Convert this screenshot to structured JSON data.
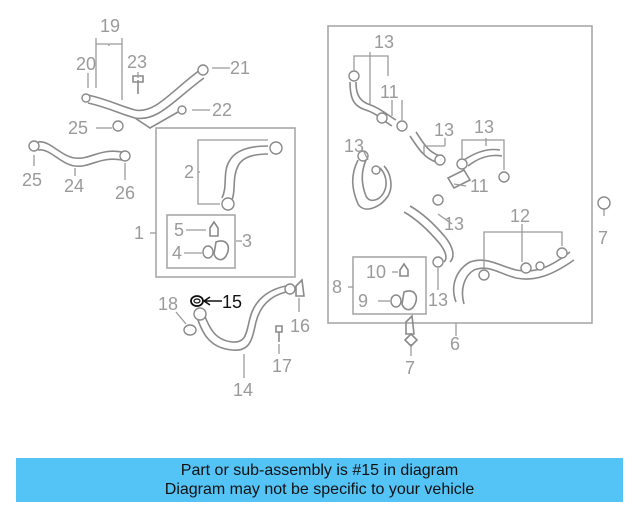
{
  "diagram": {
    "highlighted_part": "15",
    "callouts": {
      "c1": "1",
      "c2": "2",
      "c3": "3",
      "c4": "4",
      "c5": "5",
      "c6": "6",
      "c7a": "7",
      "c7b": "7",
      "c8": "8",
      "c9": "9",
      "c10": "10",
      "c11a": "11",
      "c11b": "11",
      "c12": "12",
      "c13a": "13",
      "c13b": "13",
      "c13c": "13",
      "c13d": "13",
      "c13e": "13",
      "c14": "14",
      "c15": "15",
      "c16": "16",
      "c17": "17",
      "c18": "18",
      "c19": "19",
      "c20": "20",
      "c21": "21",
      "c22": "22",
      "c23": "23",
      "c24": "24",
      "c25a": "25",
      "c25b": "25",
      "c26": "26"
    },
    "colors": {
      "part_line": "#8a8a8a",
      "highlight": "#111111",
      "banner": "#54c3f6"
    }
  },
  "banner": {
    "line1": "Part or sub-assembly is #15 in diagram",
    "line2": "Diagram may not be specific to your vehicle"
  }
}
